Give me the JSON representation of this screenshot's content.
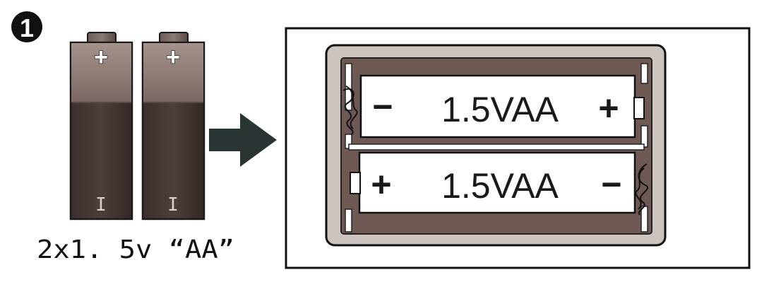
{
  "step": {
    "number": "1"
  },
  "batteries": {
    "plus_symbol": "+",
    "base_mark": "I",
    "caption": "2x1. 5v “AA”"
  },
  "compartment": {
    "slot_top": {
      "left_polarity": "−",
      "label": "1.5VAA",
      "right_polarity": "+"
    },
    "slot_bottom": {
      "left_polarity": "+",
      "label": "1.5VAA",
      "right_polarity": "−"
    }
  },
  "colors": {
    "battery_dark": "#433634",
    "battery_mid": "#5e4c49",
    "battery_light": "#8b7a75",
    "tray_outer": "#cdc4bf",
    "tray_inner": "#6e5955",
    "outline": "#1a1a1a",
    "arrow": "#2b3434"
  }
}
